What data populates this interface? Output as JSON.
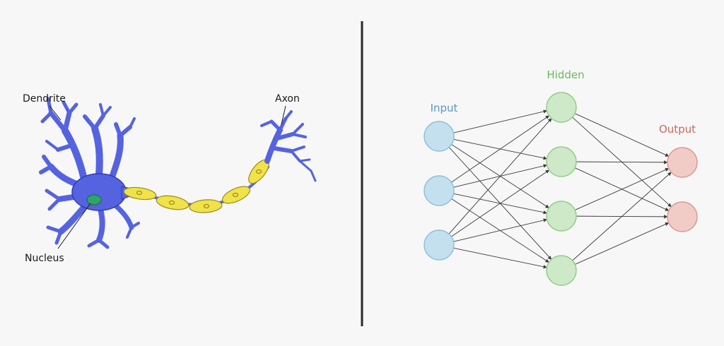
{
  "neuron": {
    "labels": {
      "dendrite": "Dendrite",
      "axon": "Axon",
      "nucleus": "Nucleus"
    }
  },
  "network": {
    "layers": {
      "input": {
        "label": "Input",
        "count": 3,
        "fill": "#c4e0ef",
        "stroke": "#8fbfd8",
        "text_color": "#5a98c0"
      },
      "hidden": {
        "label": "Hidden",
        "count": 4,
        "fill": "#cde9c8",
        "stroke": "#93cc89",
        "text_color": "#6fb761"
      },
      "output": {
        "label": "Output",
        "count": 2,
        "fill": "#f1ccc6",
        "stroke": "#d99a90",
        "text_color": "#c96a58"
      }
    },
    "edge_color": "#3a3a3a"
  },
  "colors": {
    "cell_body": "#5563e0",
    "cell_outline": "#2e3bb8",
    "nucleus": "#2fa36a",
    "myelin": "#f0e24a",
    "myelin_outline": "#9c8c14",
    "divider": "#2a2a2a"
  }
}
